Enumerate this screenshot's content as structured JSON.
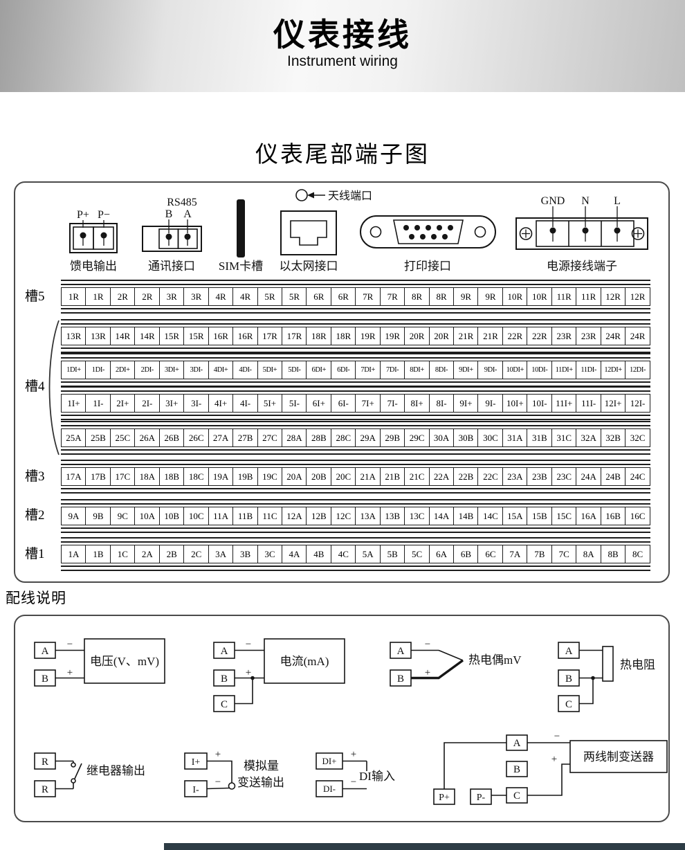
{
  "header": {
    "title": "仪表接线",
    "subtitle": "Instrument wiring"
  },
  "terminal_panel": {
    "title": "仪表尾部端子图"
  },
  "connectors": {
    "feed_output": {
      "caption": "馈电输出",
      "terminals": [
        "P+",
        "P−"
      ]
    },
    "comm": {
      "caption": "通讯接口",
      "protocol": "RS485",
      "terminals": [
        "B",
        "A"
      ]
    },
    "sim": {
      "caption": "SIM卡槽"
    },
    "ethernet": {
      "caption": "以太网接口"
    },
    "antenna": {
      "label": "天线端口"
    },
    "printer": {
      "caption": "打印接口"
    },
    "power": {
      "caption": "电源接线端子",
      "terminals": [
        "GND",
        "N",
        "L"
      ]
    }
  },
  "slots": [
    {
      "label": "槽5"
    },
    {
      "label": "槽4"
    },
    {
      "label": "槽3"
    },
    {
      "label": "槽2"
    },
    {
      "label": "槽1"
    }
  ],
  "terminal_rows": [
    {
      "cells": [
        "1R",
        "1R",
        "2R",
        "2R",
        "3R",
        "3R",
        "4R",
        "4R",
        "5R",
        "5R",
        "6R",
        "6R",
        "7R",
        "7R",
        "8R",
        "8R",
        "9R",
        "9R",
        "10R",
        "10R",
        "11R",
        "11R",
        "12R",
        "12R"
      ]
    },
    {
      "cells": [
        "13R",
        "13R",
        "14R",
        "14R",
        "15R",
        "15R",
        "16R",
        "16R",
        "17R",
        "17R",
        "18R",
        "18R",
        "19R",
        "19R",
        "20R",
        "20R",
        "21R",
        "21R",
        "22R",
        "22R",
        "23R",
        "23R",
        "24R",
        "24R"
      ]
    },
    {
      "cells": [
        "1DI+",
        "1DI-",
        "2DI+",
        "2DI-",
        "3DI+",
        "3DI-",
        "4DI+",
        "4DI-",
        "5DI+",
        "5DI-",
        "6DI+",
        "6DI-",
        "7DI+",
        "7DI-",
        "8DI+",
        "8DI-",
        "9DI+",
        "9DI-",
        "10DI+",
        "10DI-",
        "11DI+",
        "11DI-",
        "12DI+",
        "12DI-"
      ]
    },
    {
      "cells": [
        "1I+",
        "1I-",
        "2I+",
        "2I-",
        "3I+",
        "3I-",
        "4I+",
        "4I-",
        "5I+",
        "5I-",
        "6I+",
        "6I-",
        "7I+",
        "7I-",
        "8I+",
        "8I-",
        "9I+",
        "9I-",
        "10I+",
        "10I-",
        "11I+",
        "11I-",
        "12I+",
        "12I-"
      ]
    },
    {
      "cells": [
        "25A",
        "25B",
        "25C",
        "26A",
        "26B",
        "26C",
        "27A",
        "27B",
        "27C",
        "28A",
        "28B",
        "28C",
        "29A",
        "29B",
        "29C",
        "30A",
        "30B",
        "30C",
        "31A",
        "31B",
        "31C",
        "32A",
        "32B",
        "32C"
      ]
    },
    {
      "cells": [
        "17A",
        "17B",
        "17C",
        "18A",
        "18B",
        "18C",
        "19A",
        "19B",
        "19C",
        "20A",
        "20B",
        "20C",
        "21A",
        "21B",
        "21C",
        "22A",
        "22B",
        "22C",
        "23A",
        "23B",
        "23C",
        "24A",
        "24B",
        "24C"
      ]
    },
    {
      "cells": [
        "9A",
        "9B",
        "9C",
        "10A",
        "10B",
        "10C",
        "11A",
        "11B",
        "11C",
        "12A",
        "12B",
        "12C",
        "13A",
        "13B",
        "13C",
        "14A",
        "14B",
        "14C",
        "15A",
        "15B",
        "15C",
        "16A",
        "16B",
        "16C"
      ]
    },
    {
      "cells": [
        "1A",
        "1B",
        "1C",
        "2A",
        "2B",
        "2C",
        "3A",
        "3B",
        "3C",
        "4A",
        "4B",
        "4C",
        "5A",
        "5B",
        "5C",
        "6A",
        "6B",
        "6C",
        "7A",
        "7B",
        "7C",
        "8A",
        "8B",
        "8C"
      ]
    }
  ],
  "wiring": {
    "title": "配线说明",
    "voltage": {
      "label": "电压(V、mV)",
      "terminals": [
        "A",
        "B"
      ],
      "signs": [
        "−",
        "+"
      ]
    },
    "current": {
      "label": "电流(mA)",
      "terminals": [
        "A",
        "B",
        "C"
      ],
      "signs": [
        "−",
        "+"
      ]
    },
    "thermocouple": {
      "label": "热电偶mV",
      "terminals": [
        "A",
        "B"
      ],
      "signs": [
        "−",
        "+"
      ]
    },
    "rtd": {
      "label": "热电阻",
      "terminals": [
        "A",
        "B",
        "C"
      ]
    },
    "relay": {
      "label": "继电器输出",
      "terminals": [
        "R",
        "R"
      ]
    },
    "analog_output": {
      "label_line1": "模拟量",
      "label_line2": "变送输出",
      "terminals": [
        "I+",
        "I-"
      ],
      "signs": [
        "+",
        "−"
      ]
    },
    "di_input": {
      "label": "DI输入",
      "terminals": [
        "DI+",
        "DI-"
      ],
      "signs": [
        "+",
        "−"
      ]
    },
    "transmitter": {
      "label": "两线制变送器",
      "terminals": [
        "A",
        "B",
        "C"
      ],
      "power_terminals": [
        "P+",
        "P-"
      ],
      "signs": [
        "−",
        "+"
      ]
    }
  }
}
